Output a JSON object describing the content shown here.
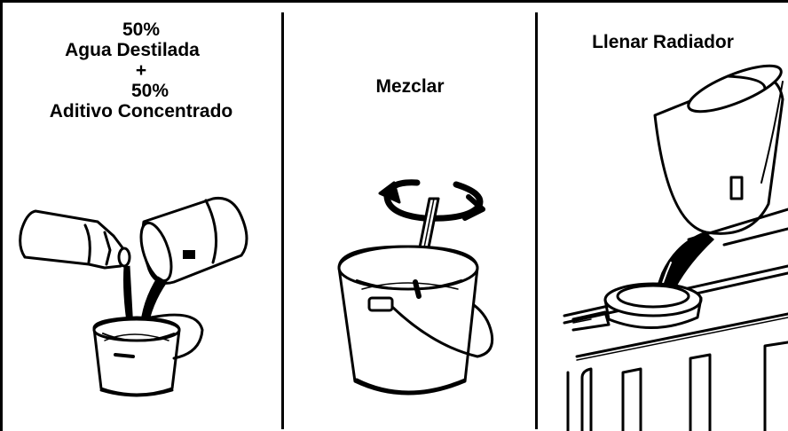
{
  "panels": [
    {
      "title_lines": [
        "50%",
        "Agua Destilada",
        "+",
        "50%",
        "Aditivo Concentrado"
      ]
    },
    {
      "title_lines": [
        "Mezclar"
      ]
    },
    {
      "title_lines": [
        "Llenar Radiador"
      ]
    }
  ],
  "icons": [
    "jug-icon",
    "bucket-icon",
    "stir-stick-icon",
    "rotation-arrow-icon",
    "radiator-icon"
  ]
}
